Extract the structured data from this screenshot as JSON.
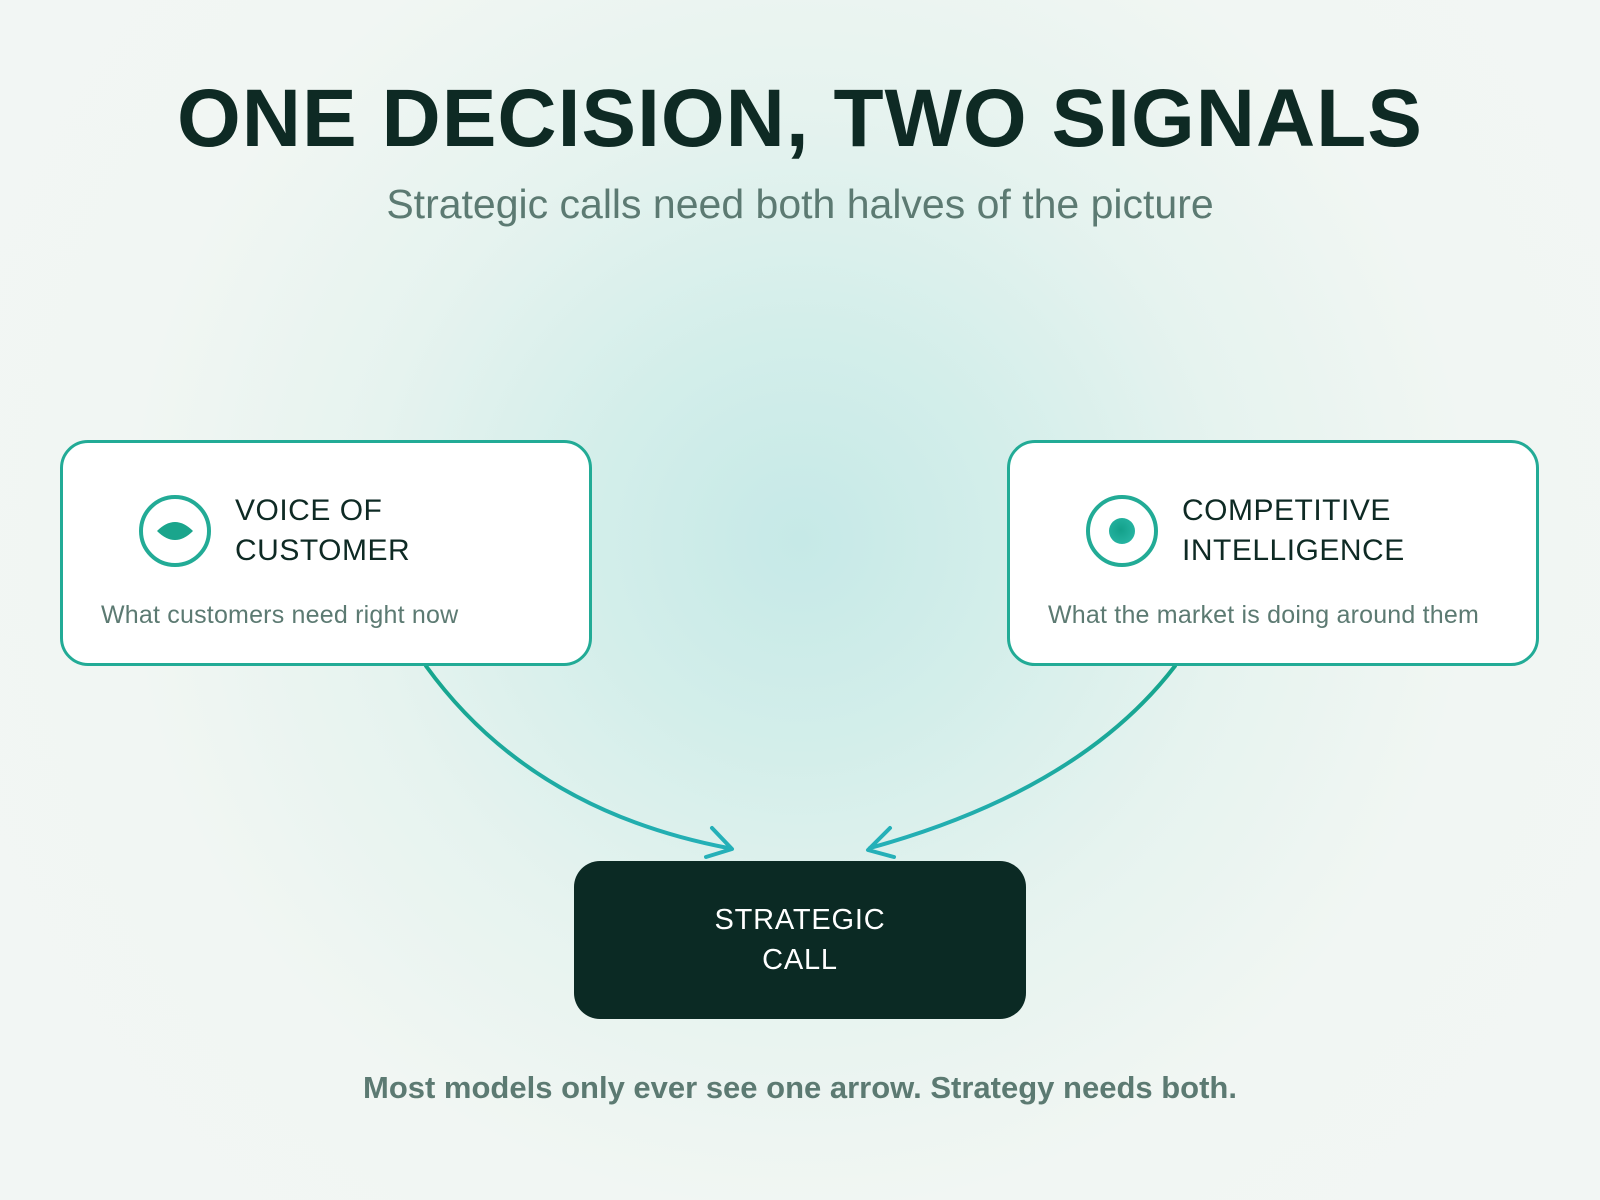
{
  "header": {
    "title": "ONE DECISION, TWO SIGNALS",
    "subtitle": "Strategic calls need both halves of the picture"
  },
  "signals": [
    {
      "title": "VOICE OF\nCUSTOMER",
      "description": "What customers need right now",
      "icon": "eye-icon"
    },
    {
      "title": "COMPETITIVE\nINTELLIGENCE",
      "description": "What the market is doing around them",
      "icon": "target-icon"
    }
  ],
  "decision": {
    "label": "STRATEGIC\nCALL"
  },
  "footer": {
    "text": "Most models only ever see one arrow. Strategy needs both."
  },
  "colors": {
    "accent": "#22ab96",
    "dark": "#0b2a24",
    "muted_text": "#5c7a72"
  }
}
